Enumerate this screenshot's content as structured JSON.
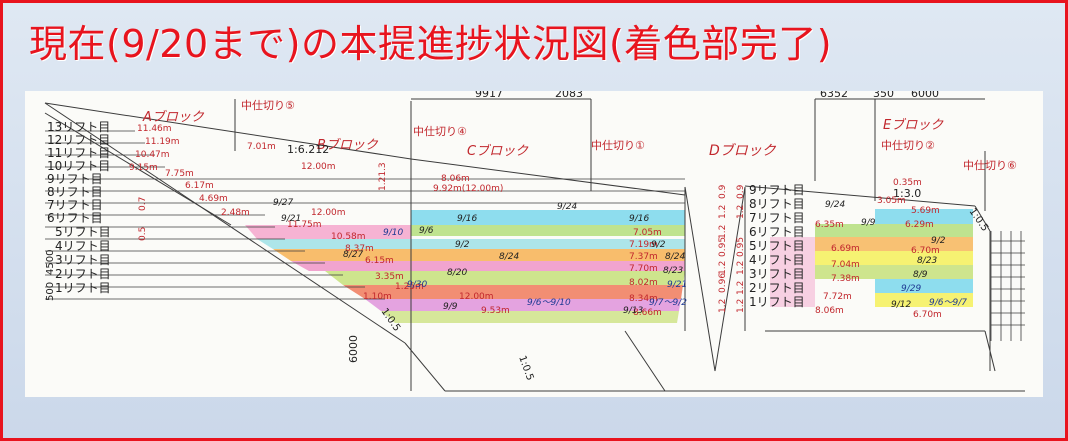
{
  "title": "現在(9/20まで)の本提進捗状況図(着色部完了)",
  "block_labels": {
    "a": "Aブロック",
    "b": "Bブロック",
    "c": "Cブロック",
    "d": "Dブロック",
    "e": "Eブロック"
  },
  "partitions": {
    "p5": "中仕切り⑤",
    "p4": "中仕切り④",
    "p1": "中仕切り①",
    "p2": "中仕切り②",
    "p6": "中仕切り⑥"
  },
  "dimensions": {
    "d9917": "9917",
    "d2083": "2083",
    "d6352": "6352",
    "d350": "350",
    "d6000": "6000",
    "v6000": "6000",
    "v4500": "4500",
    "v500": "500"
  },
  "slopes": {
    "s6212": "1:6.212",
    "s30": "1:3.0",
    "s05a": "1:0.5",
    "s05b": "1:0.5",
    "s05c": "1:0.5"
  },
  "lifts_left": [
    "13リフト目",
    "12リフト目",
    "11リフト目",
    "10リフト目",
    "9リフト目",
    "8リフト目",
    "7リフト目",
    "6リフト目",
    "5リフト目",
    "4リフト目",
    "3リフト目",
    "2リフト目",
    "1リフト目"
  ],
  "lifts_right": [
    "9リフト目",
    "8リフト目",
    "7リフト目",
    "6リフト目",
    "5リフト目",
    "4リフト目",
    "3リフト目",
    "2リフト目",
    "1リフト目"
  ],
  "left_widths": [
    "11.46m",
    "11.19m",
    "10.47m",
    "9.15m",
    "7.75m",
    "6.17m",
    "4.69m",
    "2.48m"
  ],
  "b_widths": [
    "7.01m",
    "12.00m",
    "12.00m",
    "11.75m",
    "10.58m",
    "8.37m",
    "6.15m",
    "3.35m",
    "1.25m",
    "1.10m"
  ],
  "c_widths": [
    "8.06m",
    "9.92m(12.00m)",
    "12.00m",
    "9.53m"
  ],
  "d_widths": [
    "7.05m",
    "7.19m",
    "7.37m",
    "7.70m",
    "8.02m",
    "8.34m",
    "8.66m"
  ],
  "e_widths": [
    "0.35m",
    "3.05m",
    "5.69m",
    "6.35m",
    "6.29m",
    "6.69m",
    "6.70m",
    "7.04m",
    "7.38m",
    "7.72m",
    "8.06m",
    "6.70m"
  ],
  "height_labels": [
    "1.2",
    "0.9",
    "1.2",
    "0.95",
    "1.2",
    "0.95",
    "1.2",
    "1.2",
    "0.9",
    "1.2",
    "0.96",
    "1.2",
    "1.2",
    "1.21.3",
    "0.5",
    "0.7"
  ],
  "dates": [
    "9/27",
    "9/21",
    "9/10",
    "9/6",
    "9/2",
    "8/24",
    "8/27",
    "8/20",
    "9/30",
    "9/9",
    "9/6～9/10",
    "9/24",
    "9/16",
    "9/16",
    "9/2",
    "8/24",
    "8/23",
    "9/21",
    "9/13",
    "9/7～9/2",
    "9/24",
    "9/9",
    "9/2",
    "8/23",
    "8/9",
    "9/29",
    "9/12",
    "9/6～9/7"
  ],
  "colors": {
    "frame": "#e8141e",
    "title": "#e8141e",
    "background": "#d6e1ef",
    "cyan": "#7ad7ec",
    "green": "#b4de7c",
    "pink": "#f4a6cc",
    "orange": "#f7b65c",
    "yellow": "#f5f05a",
    "red": "#f07a5c",
    "magenta": "#df93dc",
    "lime": "#cfe38a",
    "ink": "#d2283c",
    "line": "#3c3c3c"
  }
}
